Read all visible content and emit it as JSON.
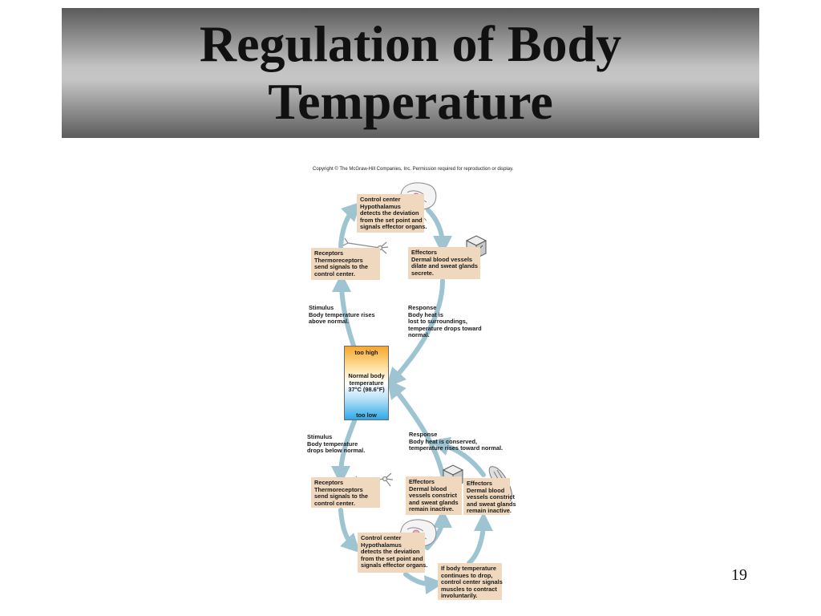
{
  "title": {
    "line1": "Regulation of Body",
    "line2": "Temperature"
  },
  "copyright": "Copyright © The McGraw-Hill Companies, Inc. Permission required for reproduction or display.",
  "top_cycle": {
    "control_center": [
      "Control center",
      "Hypothalamus",
      "detects the deviation",
      "from the set point and",
      "signals effector organs."
    ],
    "receptors": [
      "Receptors",
      "Thermoreceptors",
      "send signals to the",
      "control center."
    ],
    "effectors": [
      "Effectors",
      "Dermal blood vessels",
      "dilate and sweat glands",
      "secrete."
    ],
    "stimulus": [
      "Stimulus",
      "Body temperature rises",
      "above normal."
    ],
    "response": [
      "Response",
      "Body heat is",
      "lost to surroundings,",
      "temperature drops toward",
      "normal."
    ]
  },
  "thermometer": {
    "high": "too high",
    "normal": [
      "Normal body",
      "temperature",
      "37°C (98.6°F)"
    ],
    "low": "too low"
  },
  "bottom_cycle": {
    "stimulus": [
      "Stimulus",
      "Body temperature",
      "drops below normal."
    ],
    "response": [
      "Response",
      "Body heat is conserved,",
      "temperature rises toward normal."
    ],
    "receptors": [
      "Receptors",
      "Thermoreceptors",
      "send signals to the",
      "control center."
    ],
    "effectors_vessels": [
      "Effectors",
      "Dermal blood",
      "vessels constrict",
      "and sweat glands",
      "remain inactive."
    ],
    "effectors_glands": [
      "Effectors",
      "Dermal blood",
      "vessels constrict",
      "and sweat glands",
      "remain inactive."
    ],
    "control_center": [
      "Control center",
      "Hypothalamus",
      "detects the deviation",
      "from the set point and",
      "signals effector organs."
    ],
    "shivering": [
      "If body temperature",
      "continues to drop,",
      "control center signals",
      "muscles to contract",
      "involuntarily."
    ]
  },
  "page_number": "19",
  "colors": {
    "arrow": "#9ec4d2",
    "box_fill": "#efd8bd",
    "thermo_hot": "#f7a72c",
    "thermo_cold": "#2fa9e8"
  },
  "icons": [
    "brain-icon",
    "neuron-icon",
    "skin-block-icon",
    "muscle-icon"
  ]
}
